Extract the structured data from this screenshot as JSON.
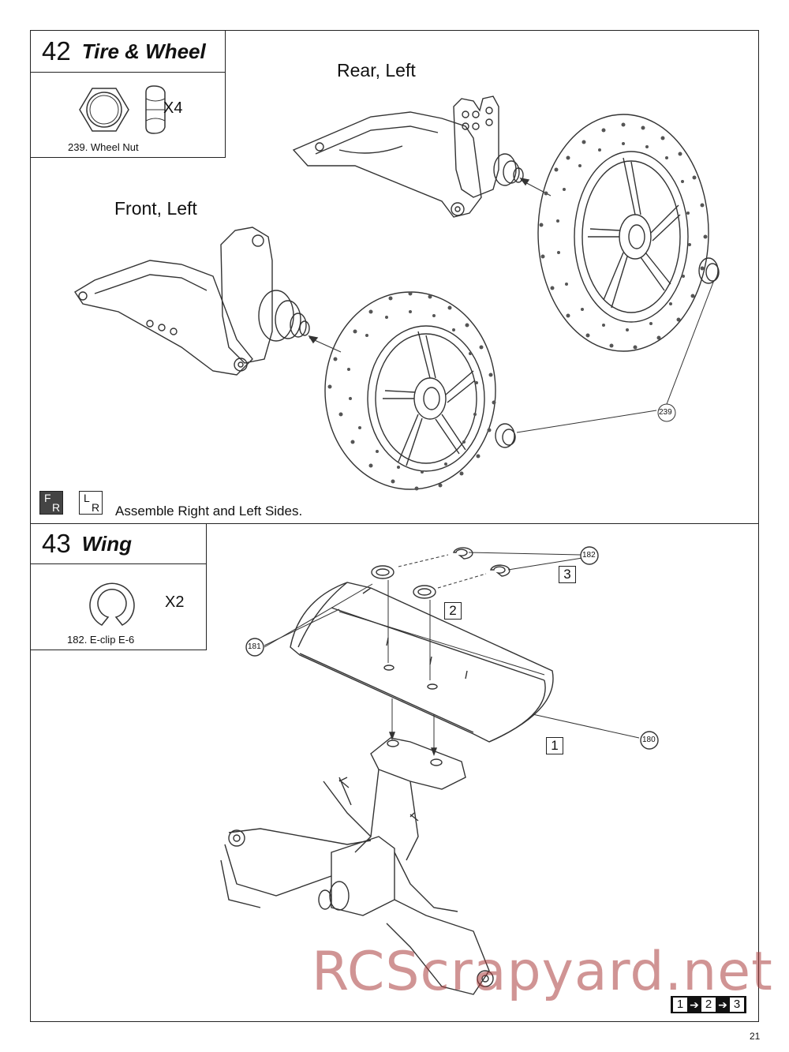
{
  "steps": [
    {
      "number": "42",
      "title": "Tire & Wheel",
      "part_caption": "239.  Wheel Nut",
      "quantity": "X4",
      "labels": {
        "rear": "Rear, Left",
        "front": "Front, Left"
      },
      "callout": "239",
      "note": "Assemble Right and Left Sides.",
      "icon_fr": {
        "top": "F",
        "bottom": "R"
      },
      "icon_lr": {
        "top": "L",
        "bottom": "R"
      }
    },
    {
      "number": "43",
      "title": "Wing",
      "part_caption": "182.  E-clip  E-6",
      "quantity": "X2",
      "callouts": [
        "182",
        "181",
        "180"
      ],
      "order_boxes": [
        "1",
        "2",
        "3"
      ],
      "sequence": [
        "1",
        "2",
        "3"
      ]
    }
  ],
  "watermark": "RCScrapyard.net",
  "page_number": "21"
}
